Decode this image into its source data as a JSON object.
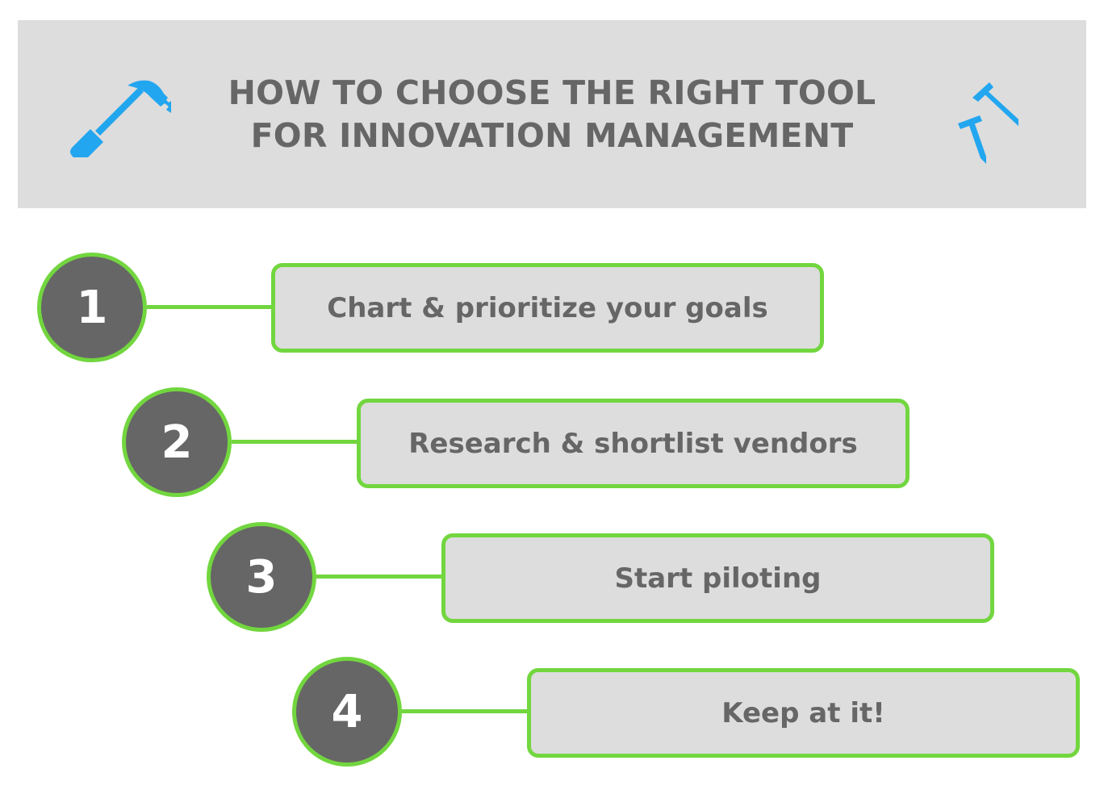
{
  "header": {
    "title_line1": "HOW TO CHOOSE THE RIGHT TOOL",
    "title_line2": "FOR INNOVATION MANAGEMENT",
    "left_icon": "hammer-icon",
    "right_icon": "nails-icon",
    "background_color": "#dddddd",
    "icon_color": "#22a6ef"
  },
  "steps": [
    {
      "number": "1",
      "label": "Chart & prioritize your goals"
    },
    {
      "number": "2",
      "label": "Research & shortlist vendors"
    },
    {
      "number": "3",
      "label": "Start piloting"
    },
    {
      "number": "4",
      "label": "Keep at it!"
    }
  ],
  "colors": {
    "accent_green": "#72d63f",
    "circle_fill": "#666666",
    "text_gray": "#666666",
    "box_fill": "#dddddd"
  }
}
